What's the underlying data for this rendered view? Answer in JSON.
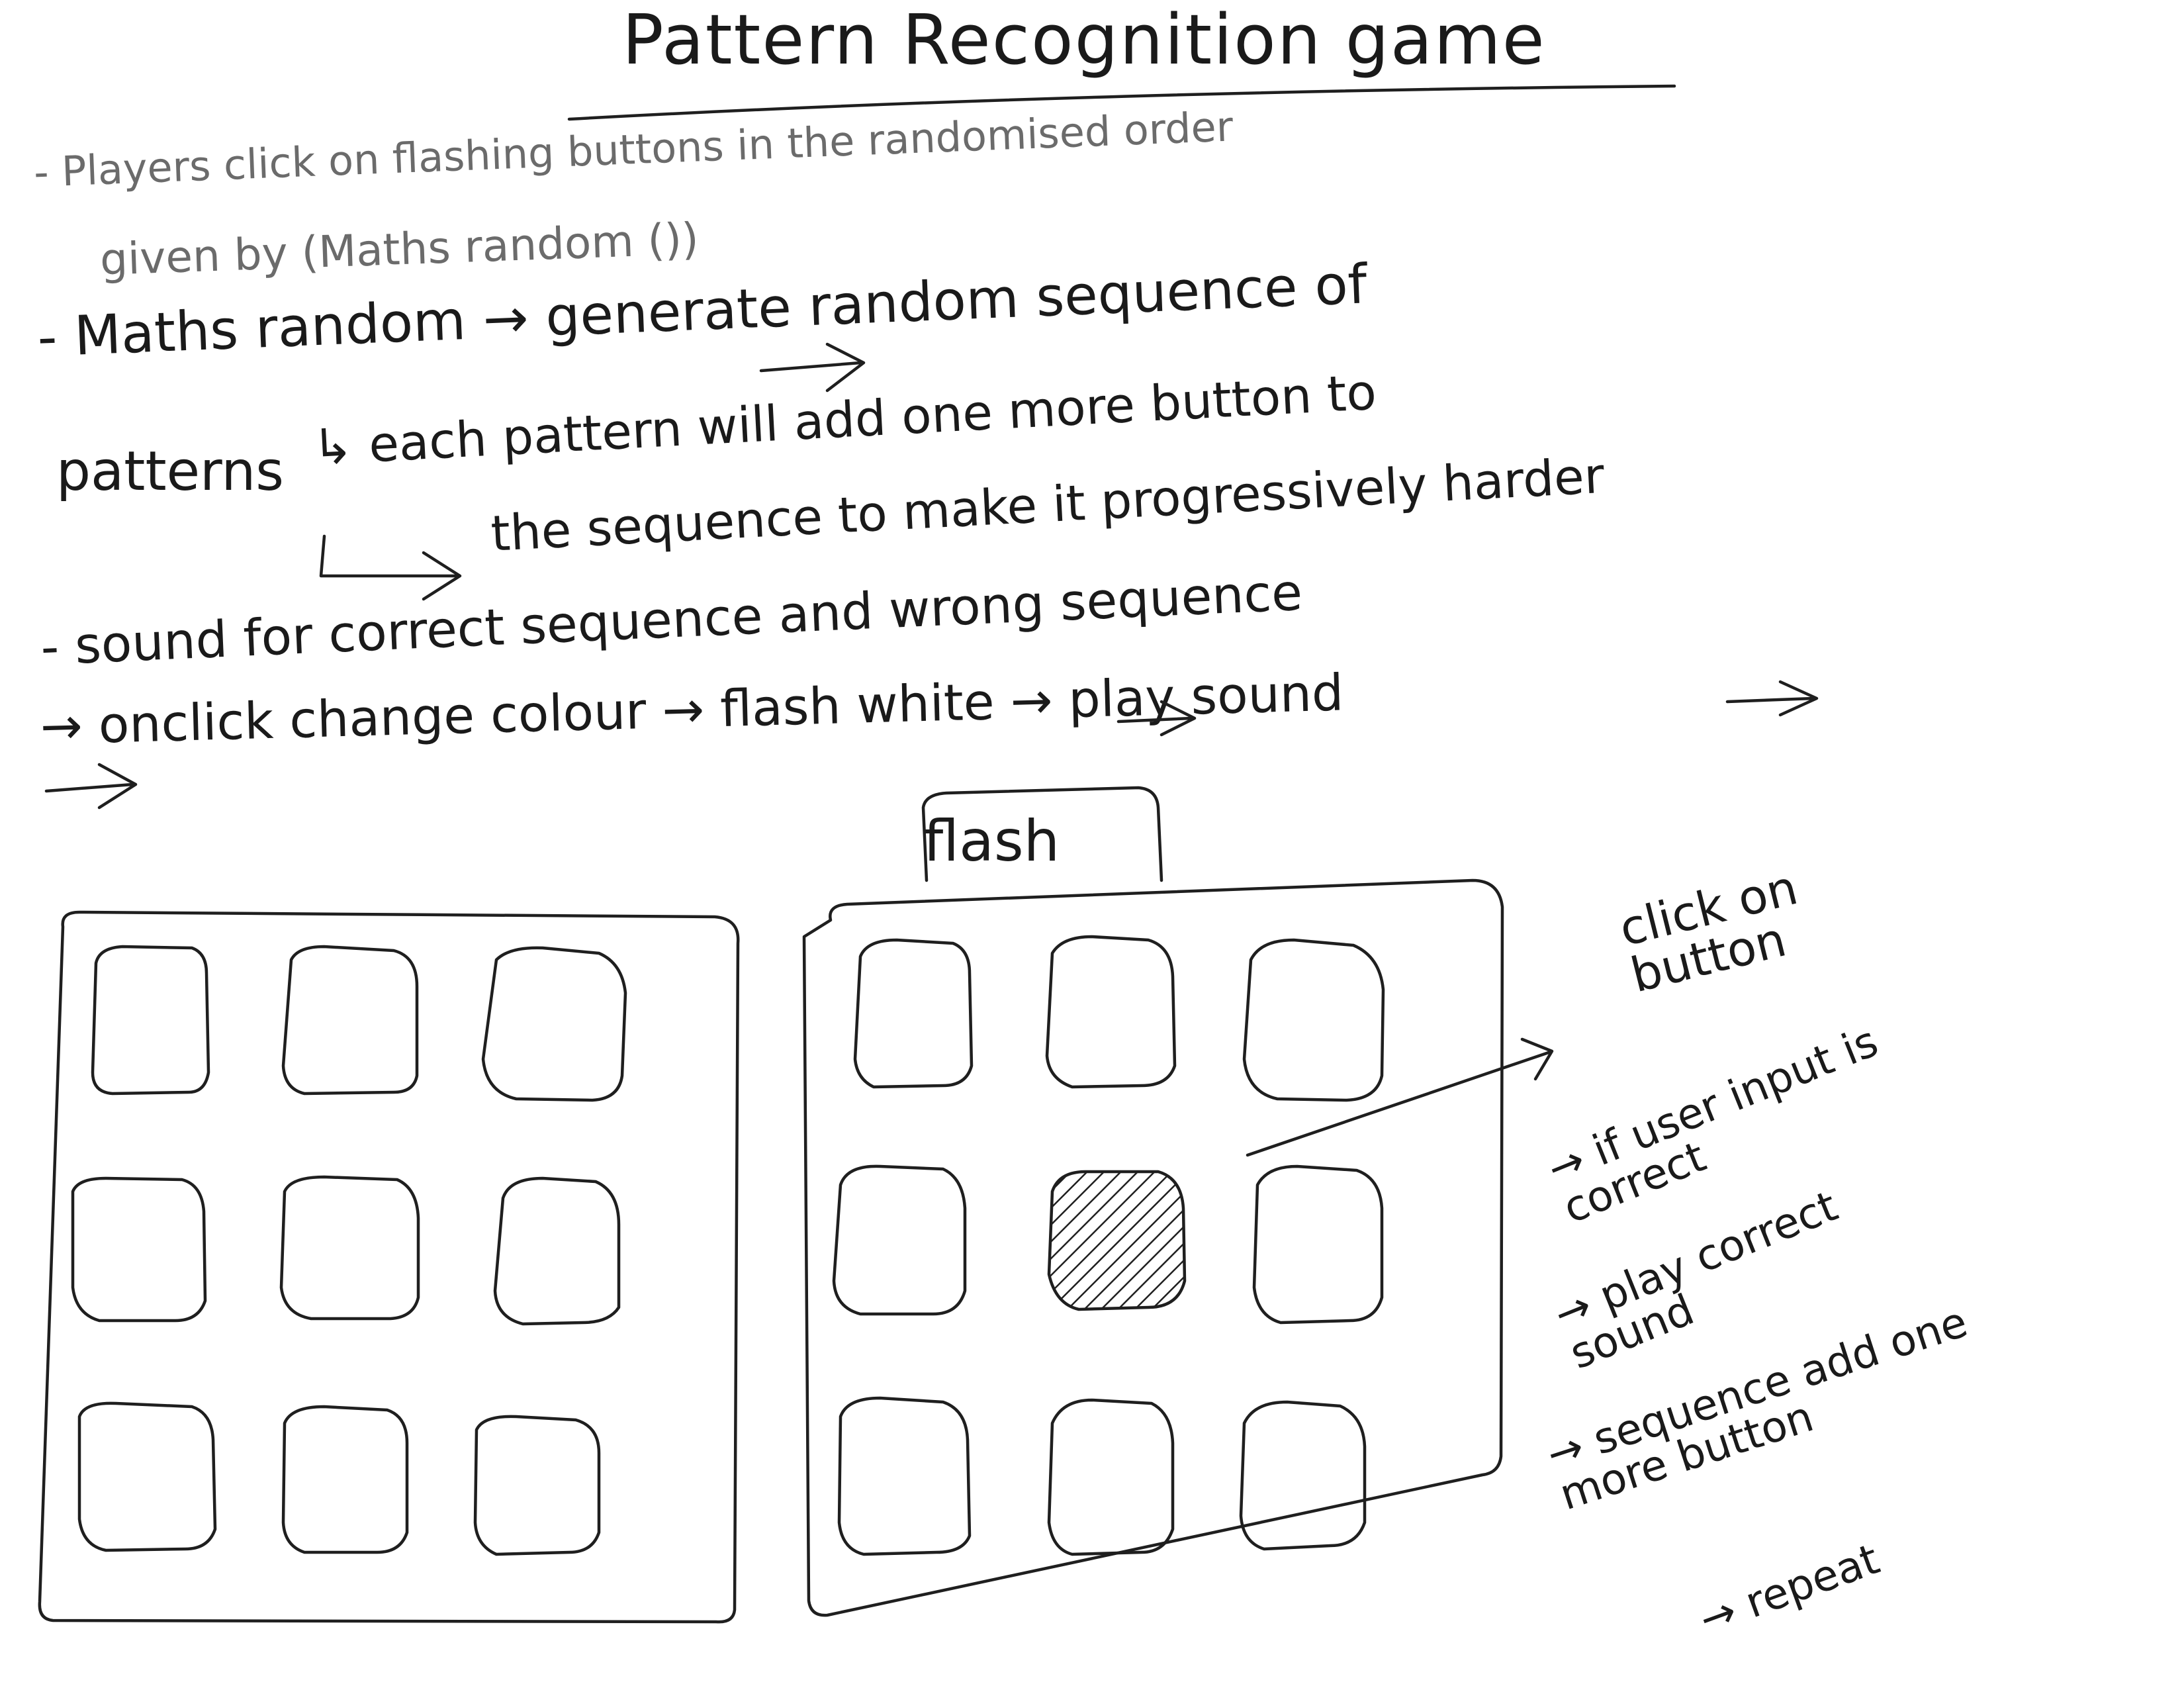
{
  "title": "Pattern Recognition game",
  "notes": {
    "line1a": "- Players click on flashing buttons in the randomised order",
    "line1b": "given by (Maths random ())",
    "line2a": "- Maths random → generate random sequence of",
    "line2b": "patterns",
    "line3a": "↳ each pattern will add one more button to",
    "line3b": "the sequence to make it progressively harder",
    "line4": "- sound for correct sequence and wrong sequence",
    "line5": "→ onclick change colour → flash white → play sound"
  },
  "flash_label": "flash",
  "flow": {
    "step1": "click on button",
    "step2": "→ if user input is correct",
    "step3": "→ play correct sound",
    "step4": "→ sequence add one more button",
    "step5": "→ repeat"
  },
  "grids": [
    {
      "name": "idle-grid",
      "rows": 3,
      "cols": 3,
      "flashing_cell": null
    },
    {
      "name": "flash-grid",
      "rows": 3,
      "cols": 3,
      "flashing_cell": 4
    }
  ]
}
